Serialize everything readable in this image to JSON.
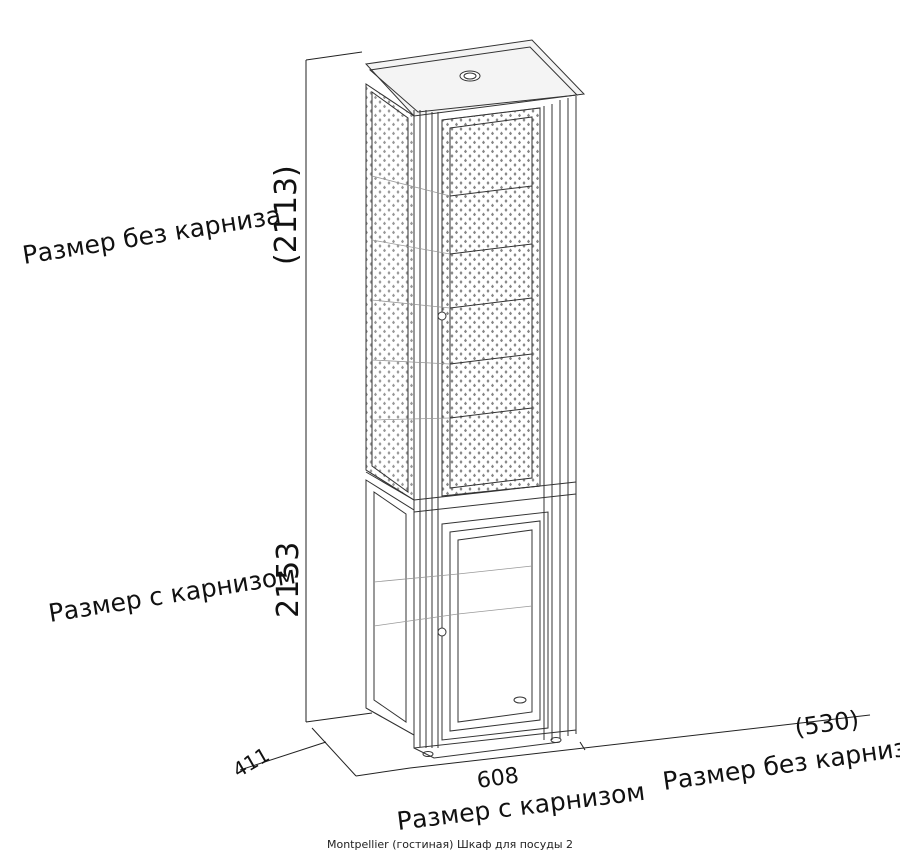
{
  "labels": {
    "height_no_cornice_label": "Размер без карниза",
    "height_no_cornice_value": "(2113)",
    "height_with_cornice_label": "Размер с карнизом",
    "height_with_cornice_value": "2153",
    "depth_value": "411",
    "width_with_cornice_value": "608",
    "width_with_cornice_label": "Размер с карнизом",
    "width_no_cornice_value": "(530)",
    "width_no_cornice_label": "Размер без карниза"
  },
  "caption": "Montpellier (гостиная) Шкаф для посуды 2",
  "colors": {
    "line": "#333333",
    "light": "#9a9a9a",
    "hatch": "#555555"
  }
}
